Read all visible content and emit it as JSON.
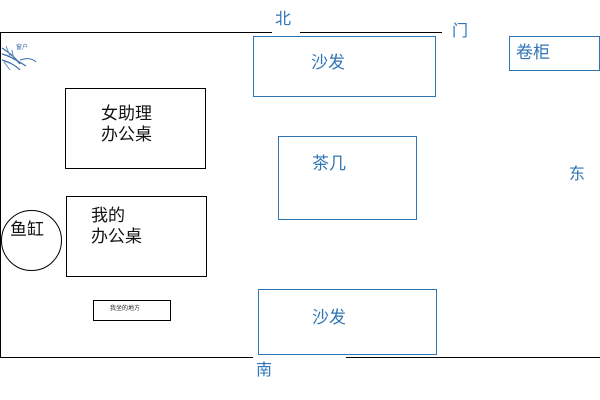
{
  "directions": {
    "north": "北",
    "south": "南",
    "east": "东",
    "door": "门"
  },
  "rooms": {
    "assistant_desk": "女助理\n办公桌",
    "my_desk": "我的\n办公桌",
    "fish_tank": "鱼缸",
    "sofa_top": "沙发",
    "tea_table": "茶几",
    "sofa_bottom": "沙发",
    "cabinet": "卷柜",
    "my_seat": "我坐的地方",
    "window": "窗户"
  },
  "colors": {
    "blue": "#2f74b5",
    "black": "#000000"
  }
}
